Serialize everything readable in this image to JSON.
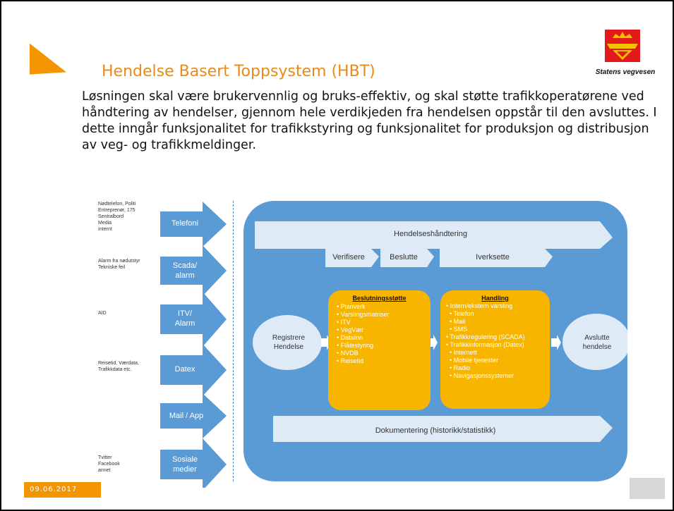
{
  "slide": {
    "title": "Hendelse Basert Toppsystem (HBT)",
    "body": "Løsningen skal være brukervennlig og bruks-effektiv, og skal støtte trafikkoperatørene ved håndtering av hendelser, gjennom hele verdikjeden fra hendelsen oppstår til den avsluttes. I dette inngår funksjonalitet for trafikkstyring og funksjonalitet for produksjon og distribusjon av veg- og trafikkmeldinger.",
    "logo_text": "Statens vegvesen",
    "date": "09.06.2017"
  },
  "colors": {
    "orange": "#f29500",
    "blue": "#5b9bd5",
    "yellow": "#f7b500",
    "light_band": "#deebf7"
  },
  "diagram": {
    "sources": [
      {
        "text": "Nødtelefon, Politi\nEntreprenør, 175\nSentralbord\nMedia\nInternt",
        "arrow": "Telefoni"
      },
      {
        "text": "Alarm fra nødutstyr\nTekniske feil",
        "arrow": "Scada/\nalarm"
      },
      {
        "text": "AID",
        "arrow": "ITV/\nAlarm"
      },
      {
        "text": "Reisetid, Værdata,\nTrafikkdata etc.",
        "arrow": "Datex"
      },
      {
        "text": "",
        "arrow": "Mail / App"
      },
      {
        "text": "Tvitter\nFacebook\nannet",
        "arrow": "Sosiale\nmedier"
      }
    ],
    "top_band": "Hendelseshåndtering",
    "steps": [
      "Verifisere",
      "Beslutte",
      "Iverksette"
    ],
    "start": "Registrere\nHendelse",
    "end": "Avslutte\nhendelse",
    "decision": {
      "title": "Beslutningsstøtte",
      "items": [
        "Planverk",
        "Varslingsmatriser",
        "ITV",
        "VegVær",
        "DataInn",
        "Flåtestyring",
        "NVDB",
        "Reisetid"
      ]
    },
    "action": {
      "title": "Handling",
      "lines": [
        "• Intern/ekstern varsling",
        "  • Telefon",
        "  • Mail",
        "  • SMS",
        "• Trafikkregulering (SCADA)",
        "• Trafikkinformasjon (Datex)",
        "  • Internett",
        "  • Mobile tjenester",
        "  • Radio",
        "  • Navigasjonssystemer"
      ]
    },
    "bottom_band": "Dokumentering (historikk/statistikk)"
  }
}
